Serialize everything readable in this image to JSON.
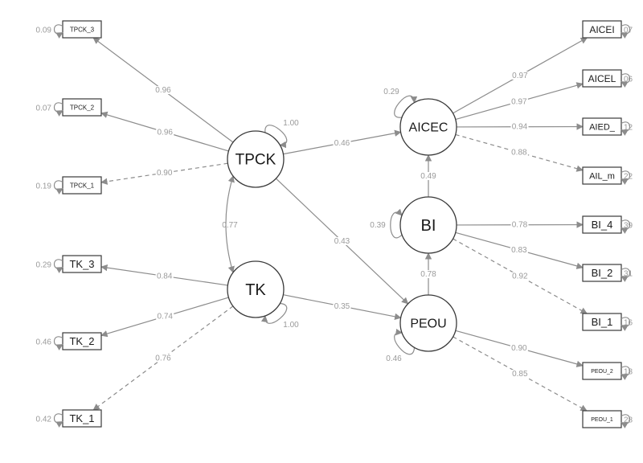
{
  "colors": {
    "edge": "#8c8c8c",
    "node_stroke": "#3a3a3a",
    "label": "#9a9a9a",
    "background": "#ffffff"
  },
  "latent_nodes": [
    {
      "id": "TPCK",
      "label": "TPCK",
      "variance": "1.00"
    },
    {
      "id": "TK",
      "label": "TK",
      "variance": "1.00"
    },
    {
      "id": "AICEC",
      "label": "AICEC",
      "variance": "0.29"
    },
    {
      "id": "BI",
      "label": "BI",
      "variance": "0.39"
    },
    {
      "id": "PEOU",
      "label": "PEOU",
      "variance": "0.46"
    }
  ],
  "observed_nodes": [
    {
      "id": "TPCK_3",
      "label": "TPCK_3",
      "residual": "0.09"
    },
    {
      "id": "TPCK_2",
      "label": "TPCK_2",
      "residual": "0.07"
    },
    {
      "id": "TPCK_1",
      "label": "TPCK_1",
      "residual": "0.19"
    },
    {
      "id": "TK_3",
      "label": "TK_3",
      "residual": "0.29"
    },
    {
      "id": "TK_2",
      "label": "TK_2",
      "residual": "0.46"
    },
    {
      "id": "TK_1",
      "label": "TK_1",
      "residual": "0.42"
    },
    {
      "id": "AICEI",
      "label": "AICEI",
      "residual": "07"
    },
    {
      "id": "AICEL",
      "label": "AICEL",
      "residual": "06"
    },
    {
      "id": "AIED_",
      "label": "AIED_",
      "residual": "12"
    },
    {
      "id": "AIL_m",
      "label": "AIL_m",
      "residual": "22"
    },
    {
      "id": "BI_4",
      "label": "BI_4",
      "residual": "39"
    },
    {
      "id": "BI_2",
      "label": "BI_2",
      "residual": "31"
    },
    {
      "id": "BI_1",
      "label": "BI_1",
      "residual": "16"
    },
    {
      "id": "PEOU_2",
      "label": "PEOU_2",
      "residual": "18"
    },
    {
      "id": "PEOU_1",
      "label": "PEOU_1",
      "residual": "28"
    }
  ],
  "paths": [
    {
      "from": "TPCK",
      "to": "TPCK_3",
      "value": "0.96",
      "dashed": false
    },
    {
      "from": "TPCK",
      "to": "TPCK_2",
      "value": "0.96",
      "dashed": false
    },
    {
      "from": "TPCK",
      "to": "TPCK_1",
      "value": "0.90",
      "dashed": true
    },
    {
      "from": "TK",
      "to": "TK_3",
      "value": "0.84",
      "dashed": false
    },
    {
      "from": "TK",
      "to": "TK_2",
      "value": "0.74",
      "dashed": false
    },
    {
      "from": "TK",
      "to": "TK_1",
      "value": "0.76",
      "dashed": true
    },
    {
      "from": "TPCK",
      "to": "AICEC",
      "value": "0.46",
      "dashed": false
    },
    {
      "from": "TPCK",
      "to": "PEOU",
      "value": "0.43",
      "dashed": false
    },
    {
      "from": "TK",
      "to": "PEOU",
      "value": "0.35",
      "dashed": false
    },
    {
      "from": "BI",
      "to": "AICEC",
      "value": "0.49",
      "dashed": false
    },
    {
      "from": "PEOU",
      "to": "BI",
      "value": "0.78",
      "dashed": false
    },
    {
      "from": "AICEC",
      "to": "AICEI",
      "value": "0.97",
      "dashed": false
    },
    {
      "from": "AICEC",
      "to": "AICEL",
      "value": "0.97",
      "dashed": false
    },
    {
      "from": "AICEC",
      "to": "AIED_",
      "value": "0.94",
      "dashed": false
    },
    {
      "from": "AICEC",
      "to": "AIL_m",
      "value": "0.88",
      "dashed": true
    },
    {
      "from": "BI",
      "to": "BI_4",
      "value": "0.78",
      "dashed": false
    },
    {
      "from": "BI",
      "to": "BI_2",
      "value": "0.83",
      "dashed": false
    },
    {
      "from": "BI",
      "to": "BI_1",
      "value": "0.92",
      "dashed": true
    },
    {
      "from": "PEOU",
      "to": "PEOU_2",
      "value": "0.90",
      "dashed": false
    },
    {
      "from": "PEOU",
      "to": "PEOU_1",
      "value": "0.85",
      "dashed": true
    }
  ],
  "covariances": [
    {
      "a": "TPCK",
      "b": "TK",
      "value": "0.77"
    }
  ]
}
